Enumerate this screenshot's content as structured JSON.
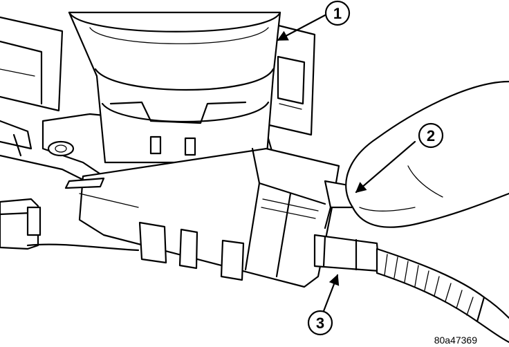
{
  "callouts": [
    {
      "label": "1"
    },
    {
      "label": "2"
    },
    {
      "label": "3"
    }
  ],
  "figure_id": "80a47369"
}
